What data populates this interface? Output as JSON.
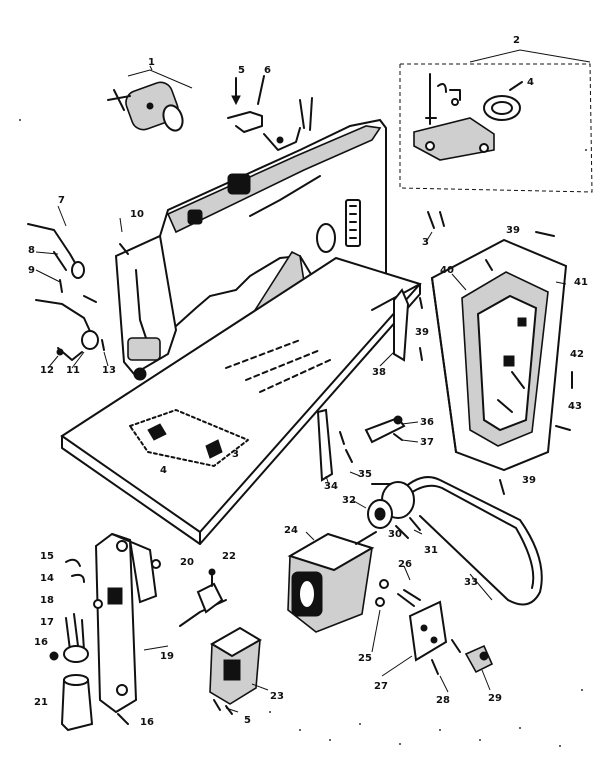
{
  "diagram": {
    "callouts": [
      {
        "id": "c1",
        "text": "1"
      },
      {
        "id": "c2",
        "text": "2"
      },
      {
        "id": "c3",
        "text": "3"
      },
      {
        "id": "c4",
        "text": "4"
      },
      {
        "id": "c5",
        "text": "5"
      },
      {
        "id": "c6",
        "text": "6"
      },
      {
        "id": "c7",
        "text": "7"
      },
      {
        "id": "c8",
        "text": "8"
      },
      {
        "id": "c9",
        "text": "9"
      },
      {
        "id": "c10",
        "text": "10"
      },
      {
        "id": "c11",
        "text": "11"
      },
      {
        "id": "c12",
        "text": "12"
      },
      {
        "id": "c13",
        "text": "13"
      },
      {
        "id": "c4b",
        "text": "4"
      },
      {
        "id": "c3b",
        "text": "3"
      },
      {
        "id": "c39a",
        "text": "39"
      },
      {
        "id": "c40",
        "text": "40"
      },
      {
        "id": "c41",
        "text": "41"
      },
      {
        "id": "c39b",
        "text": "39"
      },
      {
        "id": "c42",
        "text": "42"
      },
      {
        "id": "c43",
        "text": "43"
      },
      {
        "id": "c38",
        "text": "38"
      },
      {
        "id": "c36",
        "text": "36"
      },
      {
        "id": "c37",
        "text": "37"
      },
      {
        "id": "c35",
        "text": "35"
      },
      {
        "id": "c34",
        "text": "34"
      },
      {
        "id": "c32",
        "text": "32"
      },
      {
        "id": "c39c",
        "text": "39"
      },
      {
        "id": "c30",
        "text": "30"
      },
      {
        "id": "c31",
        "text": "31"
      },
      {
        "id": "c33",
        "text": "33"
      },
      {
        "id": "c24",
        "text": "24"
      },
      {
        "id": "c26",
        "text": "26"
      },
      {
        "id": "c25",
        "text": "25"
      },
      {
        "id": "c27",
        "text": "27"
      },
      {
        "id": "c28",
        "text": "28"
      },
      {
        "id": "c29",
        "text": "29"
      },
      {
        "id": "c15",
        "text": "15"
      },
      {
        "id": "c14",
        "text": "14"
      },
      {
        "id": "c20",
        "text": "20"
      },
      {
        "id": "c22",
        "text": "22"
      },
      {
        "id": "c18",
        "text": "18"
      },
      {
        "id": "c17",
        "text": "17"
      },
      {
        "id": "c16",
        "text": "16"
      },
      {
        "id": "c19",
        "text": "19"
      },
      {
        "id": "c21",
        "text": "21"
      },
      {
        "id": "c16b",
        "text": "16"
      },
      {
        "id": "c23",
        "text": "23"
      },
      {
        "id": "c5b",
        "text": "5"
      }
    ]
  }
}
